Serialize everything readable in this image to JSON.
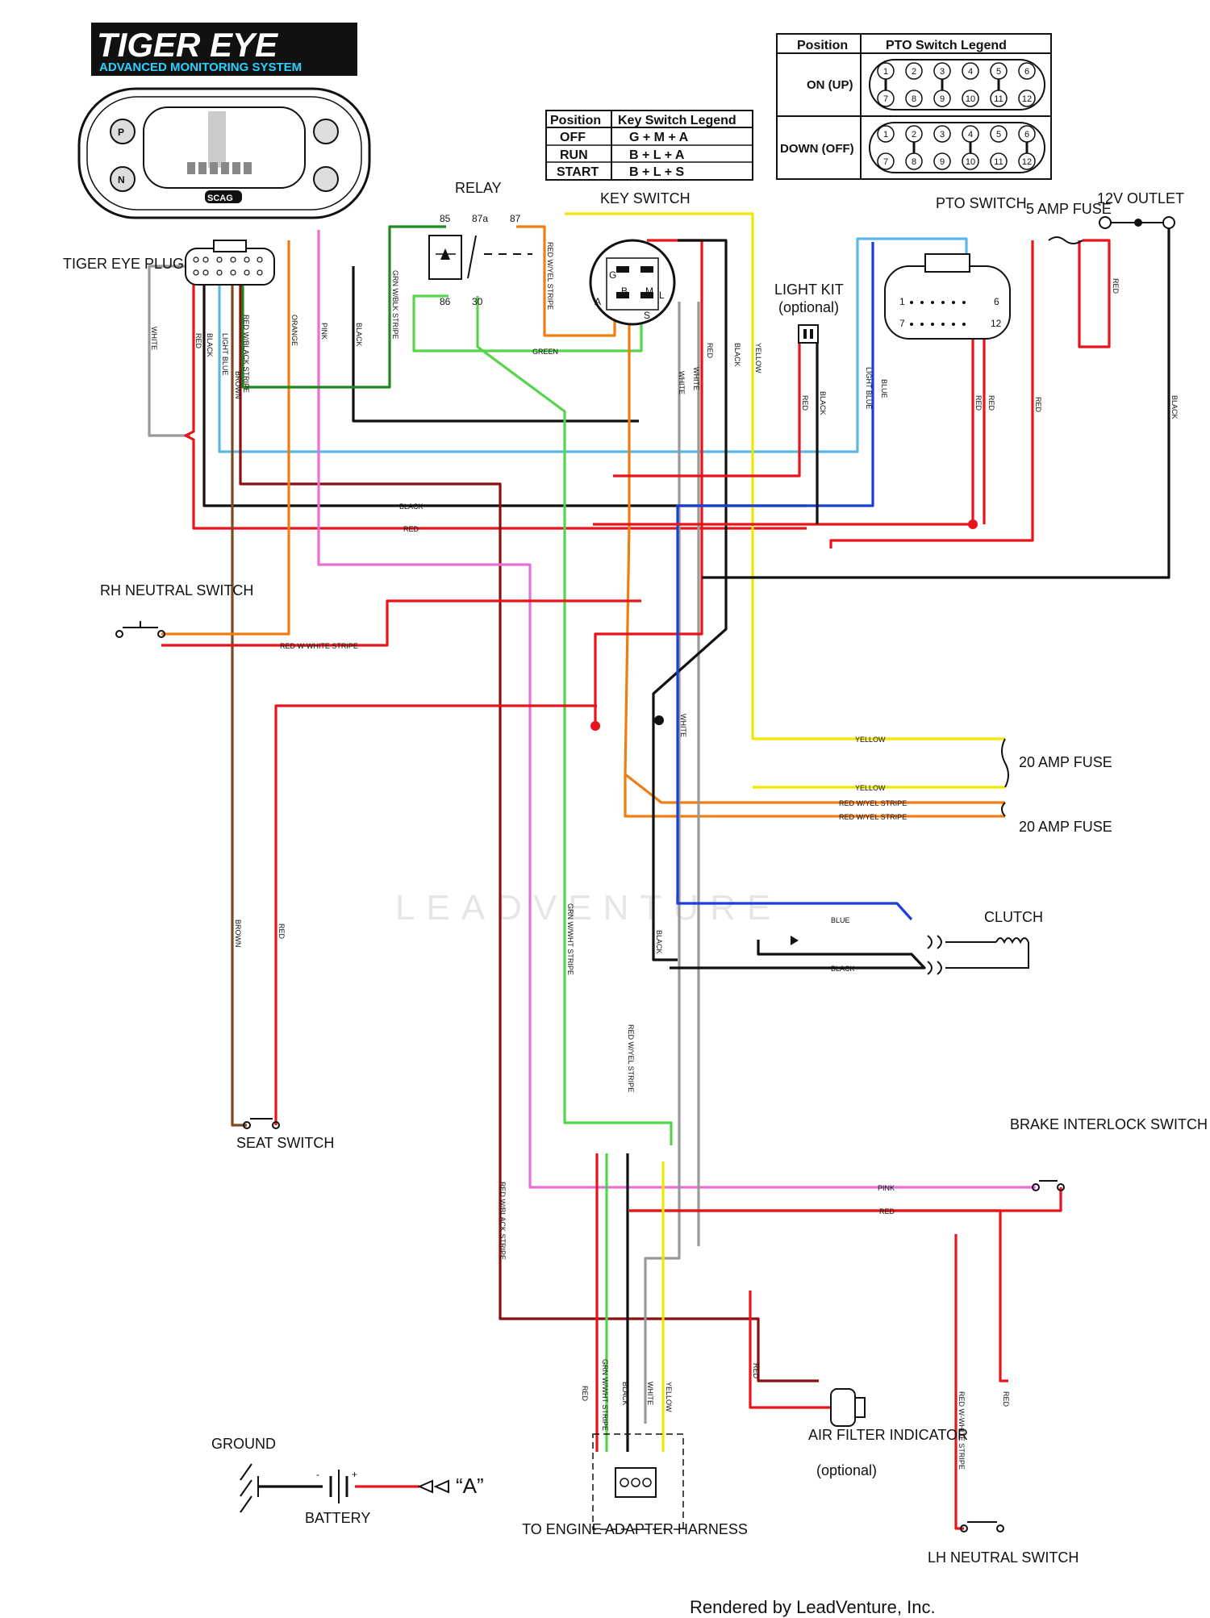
{
  "logo": {
    "name": "TIGER EYE",
    "tagline": "ADVANCED MONITORING SYSTEM",
    "brand": "SCAG"
  },
  "labels": {
    "tiger_eye_plug": "TIGER EYE PLUG",
    "relay": "RELAY",
    "key_switch": "KEY SWITCH",
    "pto_switch": "PTO SWITCH",
    "light_kit": "LIGHT KIT",
    "light_kit_note": "(optional)",
    "fuse_5amp": "5 AMP FUSE",
    "outlet": "12V OUTLET",
    "rh_neutral": "RH NEUTRAL SWITCH",
    "seat_switch": "SEAT SWITCH",
    "fuse_20a_1": "20 AMP FUSE",
    "fuse_20a_2": "20 AMP FUSE",
    "clutch": "CLUTCH",
    "brake_interlock": "BRAKE INTERLOCK SWITCH",
    "ground": "GROUND",
    "battery": "BATTERY",
    "battery_ref": "“A”",
    "air_filter": "AIR FILTER INDICATOR",
    "air_filter_note": "(optional)",
    "engine_harness": "TO ENGINE ADAPTER HARNESS",
    "lh_neutral": "LH NEUTRAL SWITCH",
    "credit": "Rendered by LeadVenture, Inc.",
    "watermark": "LEADVENTURE"
  },
  "relay_pins": [
    "85",
    "87a",
    "87",
    "86",
    "30"
  ],
  "key_switch_pins": [
    "A",
    "B",
    "M",
    "L",
    "G",
    "S"
  ],
  "key_legend": {
    "headers": [
      "Position",
      "Key Switch Legend"
    ],
    "rows": [
      [
        "OFF",
        "G + M + A"
      ],
      [
        "RUN",
        "B + L + A"
      ],
      [
        "START",
        "B + L + S"
      ]
    ]
  },
  "pto_legend": {
    "headers": [
      "Position",
      "PTO Switch Legend"
    ],
    "rows": [
      {
        "position": "ON (UP)",
        "top": [
          "1",
          "2",
          "3",
          "4",
          "5",
          "6"
        ],
        "bottom": [
          "7",
          "8",
          "9",
          "10",
          "11",
          "12"
        ]
      },
      {
        "position": "DOWN (OFF)",
        "top": [
          "1",
          "2",
          "3",
          "4",
          "5",
          "6"
        ],
        "bottom": [
          "7",
          "8",
          "9",
          "10",
          "11",
          "12"
        ]
      }
    ]
  },
  "pto_plug_pins": [
    "1",
    "6",
    "7",
    "12"
  ],
  "wire_labels": {
    "white": "WHITE",
    "red": "RED",
    "black": "BLACK",
    "light_blue": "LIGHT BLUE",
    "red_wblack": "RED W/BLACK STRIPE",
    "brown": "BROWN",
    "orange": "ORANGE",
    "pink": "PINK",
    "grn_wblk": "GRN W/BLK STRIPE",
    "red_wyel": "RED W/YEL STRIPE",
    "green": "GREEN",
    "yellow": "YELLOW",
    "blue": "BLUE",
    "red_wwhite": "RED W-WHITE STRIPE",
    "grn_wwht": "GRN W/WHT STRIPE",
    "red_wyel_caps": "RED W/YEL STRIPE",
    "red_wwhite_lh": "RED W-WHITE STRIPE",
    "red_wblk_long": "RED W/BLACK STRIPE"
  },
  "wire_colors": {
    "red": "#e8141b",
    "black": "#111111",
    "white": "#999999",
    "light_blue": "#5bb8e6",
    "blue": "#1a3fd6",
    "orange": "#f07d12",
    "pink": "#e86ed8",
    "green": "#1e8a1e",
    "lime": "#55d64a",
    "yellow": "#f0e600",
    "brown": "#7a4a22",
    "dark_red": "#8c0f0f"
  }
}
